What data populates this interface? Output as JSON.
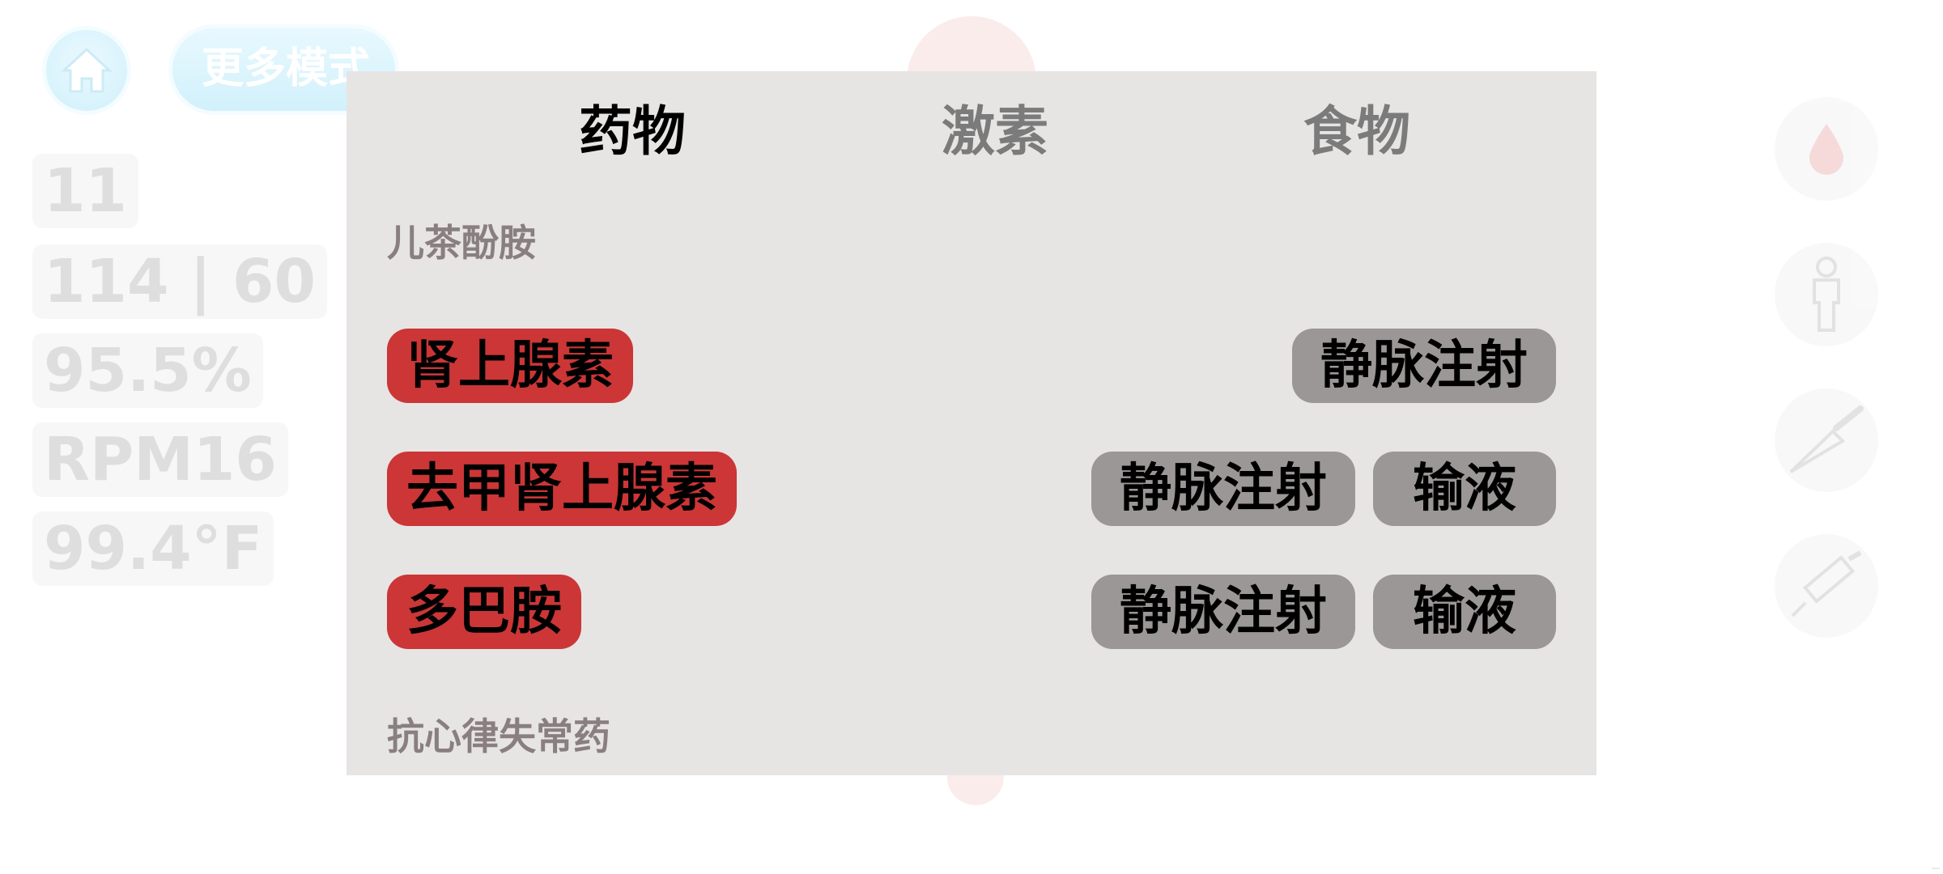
{
  "background": {
    "more_modes_label": "更多模式",
    "vitals": [
      "11",
      "114 | 60",
      "95.5%",
      "RPM16",
      "99.4°F"
    ],
    "side_icons": [
      "blood-drop-icon",
      "person-icon",
      "scalpel-icon",
      "syringe-icon"
    ]
  },
  "tabs": [
    {
      "label": "药物",
      "active": true
    },
    {
      "label": "激素",
      "active": false
    },
    {
      "label": "食物",
      "active": false
    }
  ],
  "sections": [
    {
      "title": "儿茶酚胺",
      "drugs": [
        {
          "name": "肾上腺素",
          "routes": [
            "静脉注射"
          ]
        },
        {
          "name": "去甲肾上腺素",
          "routes": [
            "静脉注射",
            "输液"
          ]
        },
        {
          "name": "多巴胺",
          "routes": [
            "静脉注射",
            "输液"
          ]
        }
      ]
    },
    {
      "title": "抗心律失常药",
      "drugs": []
    }
  ],
  "colors": {
    "panel_bg": "#e6e5e4",
    "drug_button": "#cc3636",
    "route_button": "#9a9796",
    "active_tab": "#000000",
    "inactive_tab": "#7b7b7b"
  }
}
